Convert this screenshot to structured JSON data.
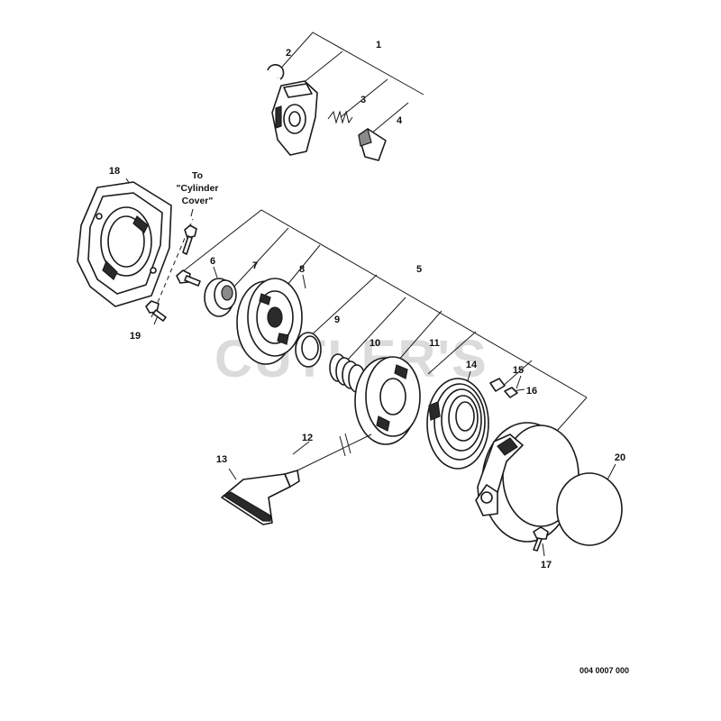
{
  "diagram": {
    "callouts": [
      "1",
      "2",
      "3",
      "4",
      "5",
      "6",
      "7",
      "8",
      "9",
      "10",
      "11",
      "12",
      "13",
      "14",
      "15",
      "16",
      "17",
      "18",
      "19",
      "20"
    ],
    "note": [
      "To",
      "\"Cylinder",
      "Cover\""
    ],
    "watermark": "CUTLER'S",
    "drawing_id": "004 0007 000"
  }
}
